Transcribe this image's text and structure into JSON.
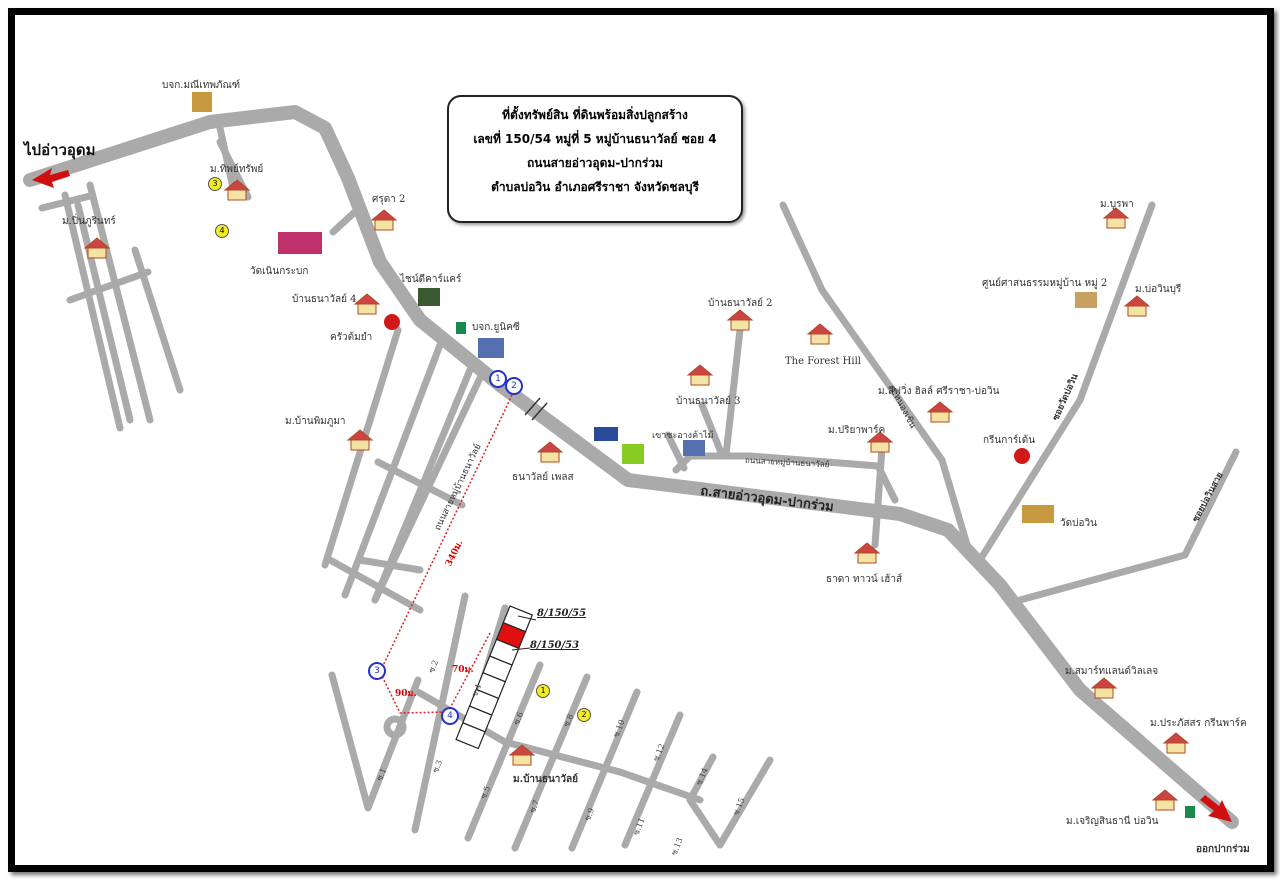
{
  "title_box": {
    "line1": "ที่ตั้งทรัพย์สิน ที่ดินพร้อมสิ่งปลูกสร้าง",
    "line2": "เลขที่ 150/54 หมู่ที่ 5 หมู่บ้านธนาวัลย์ ซอย 4",
    "line3": "ถนนสายอ่าวอุดม-ปากร่วม",
    "line4": "ตำบลบ่อวิน อำเภอศรีราชา จังหวัดชลบุรี"
  },
  "directions": {
    "to_ao_udom": "ไปอ่าวอุดม",
    "to_pak_ruam": "ออกปากร่วม"
  },
  "main_road": "ถ.สายอ่าวอุดม-ปากร่วม",
  "labels": {
    "manee": "บจก.มณีเทพภัณฑ์",
    "thiptharap": "ม.ทิพย์ทรัพย์",
    "pinphurin": "ม.ปิ่นภูรินทร์",
    "wat_noen": "วัดเนินกระบก",
    "sruda": "ศรุดา 2",
    "shine": "ไชน์ดีคาร์แคร์",
    "thanawan4": "บ้านธนาวัลย์ 4",
    "krua": "ครัวต้มยำ",
    "unique": "บจก.ยูนิคซี",
    "pimphuma": "ม.บ้านพิมภูมา",
    "thanawan_place": "ธนาวัลย์ เพลส",
    "village_road": "ถนนสายหมู่บ้านธนาวัลย์",
    "khao_chaang": "เขาชะอางค้าไม้",
    "thanawan2": "บ้านธนาวัลย์ 2",
    "thanawan3": "บ้านธนาวัลย์ 3",
    "forest_hill": "The Forest Hill",
    "connector_road": "ถนนสายหมู่บ้านธนาวัลย์",
    "priya": "ม.ปริยาพาร์ค",
    "thada": "ธาดา ทาวน์ เฮ้าส์",
    "soi_left": "ซ.หนองเขิน",
    "living_hill": "ม.ลีฟวิ่ง ฮิลล์ ศรีราชา-บ่อวิน",
    "green_garden": "กรีนการ์เด้น",
    "wat_bowin": "วัดบ่อวิน",
    "soi_wat_bowin": "ซอยวัดบ่อวิน",
    "community_center": "ศูนย์ศาสนธรรมหมู่บ้าน หมู่ 2",
    "burapha": "ม.บูรพา",
    "bowin_buri": "ม.บ่อวินบุรี",
    "soi_right": "ซอยบ่อวินสาย",
    "smartland": "ม.สมาร์ทแลนด์วิลเลจ",
    "prapatsorn": "ม.ประภัสสร กรีนพาร์ค",
    "charoen": "ม.เจริญสินธานี บ่อวิน",
    "ban_thanawan": "ม.บ้านธนาวัลย์"
  },
  "plots": {
    "plot_a": "8/150/55",
    "plot_b": "8/150/53"
  },
  "distances": {
    "d1": "340ม.",
    "d2": "70ม.",
    "d3": "90ม."
  },
  "route_points": [
    "1",
    "2",
    "3",
    "4"
  ],
  "yellow_marks": [
    "1",
    "2",
    "3",
    "4"
  ],
  "sois": [
    "ซ.1",
    "ซ.2",
    "ซ.3",
    "ซ.4",
    "ซ.5",
    "ซ.6",
    "ซ.7",
    "ซ.8",
    "ซ.9",
    "ซ.10",
    "ซ.11",
    "ซ.12",
    "ซ.13",
    "ซ.14",
    "ซ.15"
  ],
  "colors": {
    "road": "#aaaaaa",
    "route": "#dd2222",
    "plot": "#e01010",
    "pin": "#2233cc"
  }
}
